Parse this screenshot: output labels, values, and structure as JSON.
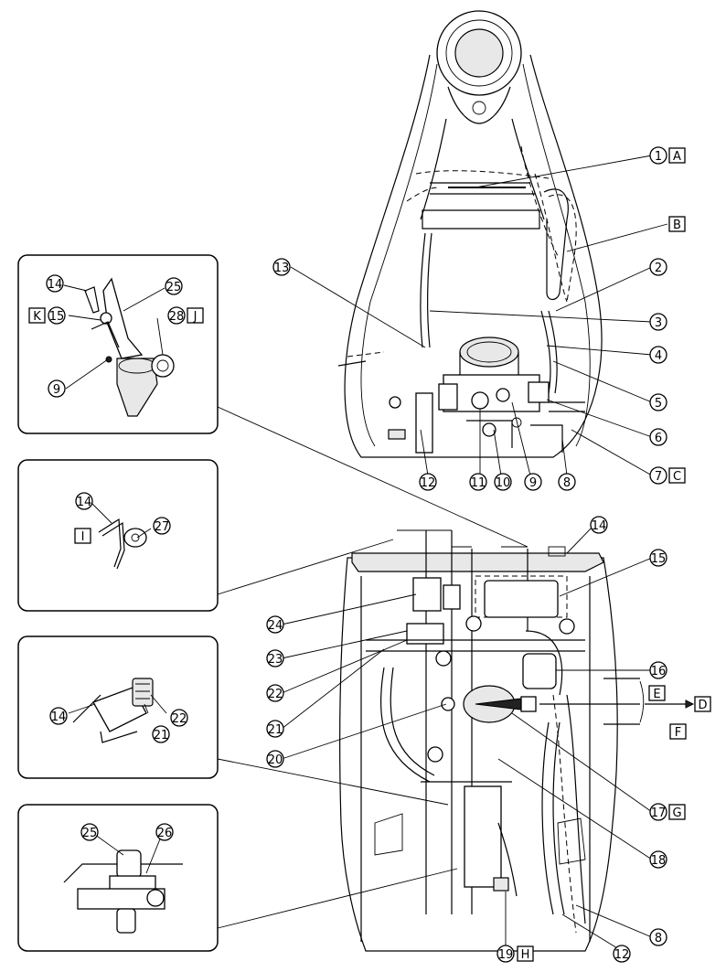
{
  "callouts": {
    "n1": "1",
    "n2": "2",
    "n3": "3",
    "n4": "4",
    "n5": "5",
    "n6": "6",
    "n7": "7",
    "n8": "8",
    "n9": "9",
    "n10": "10",
    "n11": "11",
    "n12": "12",
    "n13": "13",
    "n14": "14",
    "n15": "15",
    "n16": "16",
    "n17": "17",
    "n18": "18",
    "n19": "19",
    "n20": "20",
    "n21": "21",
    "n22": "22",
    "n23": "23",
    "n24": "24",
    "n25": "25",
    "n26": "26",
    "n27": "27",
    "n28": "28"
  },
  "letters": {
    "A": "A",
    "B": "B",
    "C": "C",
    "D": "D",
    "E": "E",
    "F": "F",
    "G": "G",
    "H": "H",
    "I": "I",
    "J": "J",
    "K": "K"
  }
}
